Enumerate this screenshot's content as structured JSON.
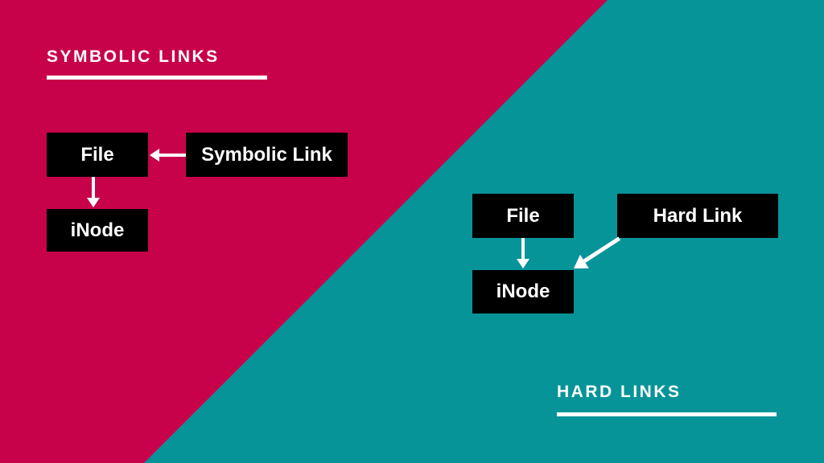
{
  "colors": {
    "left_bg": "#C8024A",
    "right_bg": "#079499",
    "box_bg": "#000000",
    "text": "#FFFFFF"
  },
  "left_section": {
    "heading": "SYMBOLIC LINKS",
    "file_label": "File",
    "link_label": "Symbolic Link",
    "inode_label": "iNode"
  },
  "right_section": {
    "heading": "HARD LINKS",
    "file_label": "File",
    "link_label": "Hard Link",
    "inode_label": "iNode"
  }
}
